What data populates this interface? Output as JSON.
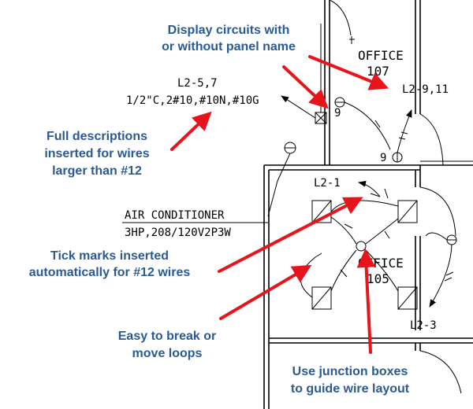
{
  "callouts": {
    "display_circuits": [
      "Display circuits with",
      "or without panel name"
    ],
    "full_descriptions": [
      "Full descriptions",
      "inserted for wires",
      "larger than #12"
    ],
    "tick_marks": [
      "Tick marks inserted",
      "automatically for #12 wires"
    ],
    "break_loops": [
      "Easy to break or",
      "move loops"
    ],
    "junction_boxes": [
      "Use junction boxes",
      "to guide wire layout"
    ]
  },
  "plan": {
    "office_107": [
      "OFFICE",
      "107"
    ],
    "office_105": [
      "OFFICE",
      "105"
    ],
    "circuit_l2_5_7": "L2-5,7",
    "wire_description": "1/2\"C,2#10,#10N,#10G",
    "circuit_l2_9_11": "L2-9,11",
    "circuit_l2_1": "L2-1",
    "circuit_l2_3": "L2-3",
    "circuit_9_a": "9",
    "circuit_9_b": "9",
    "air_conditioner": "AIR CONDITIONER",
    "ac_spec": "3HP,208/120V2P3W"
  },
  "colors": {
    "callout_text": "#2a5a93",
    "arrow": "#e8141b",
    "linework": "#000000"
  }
}
